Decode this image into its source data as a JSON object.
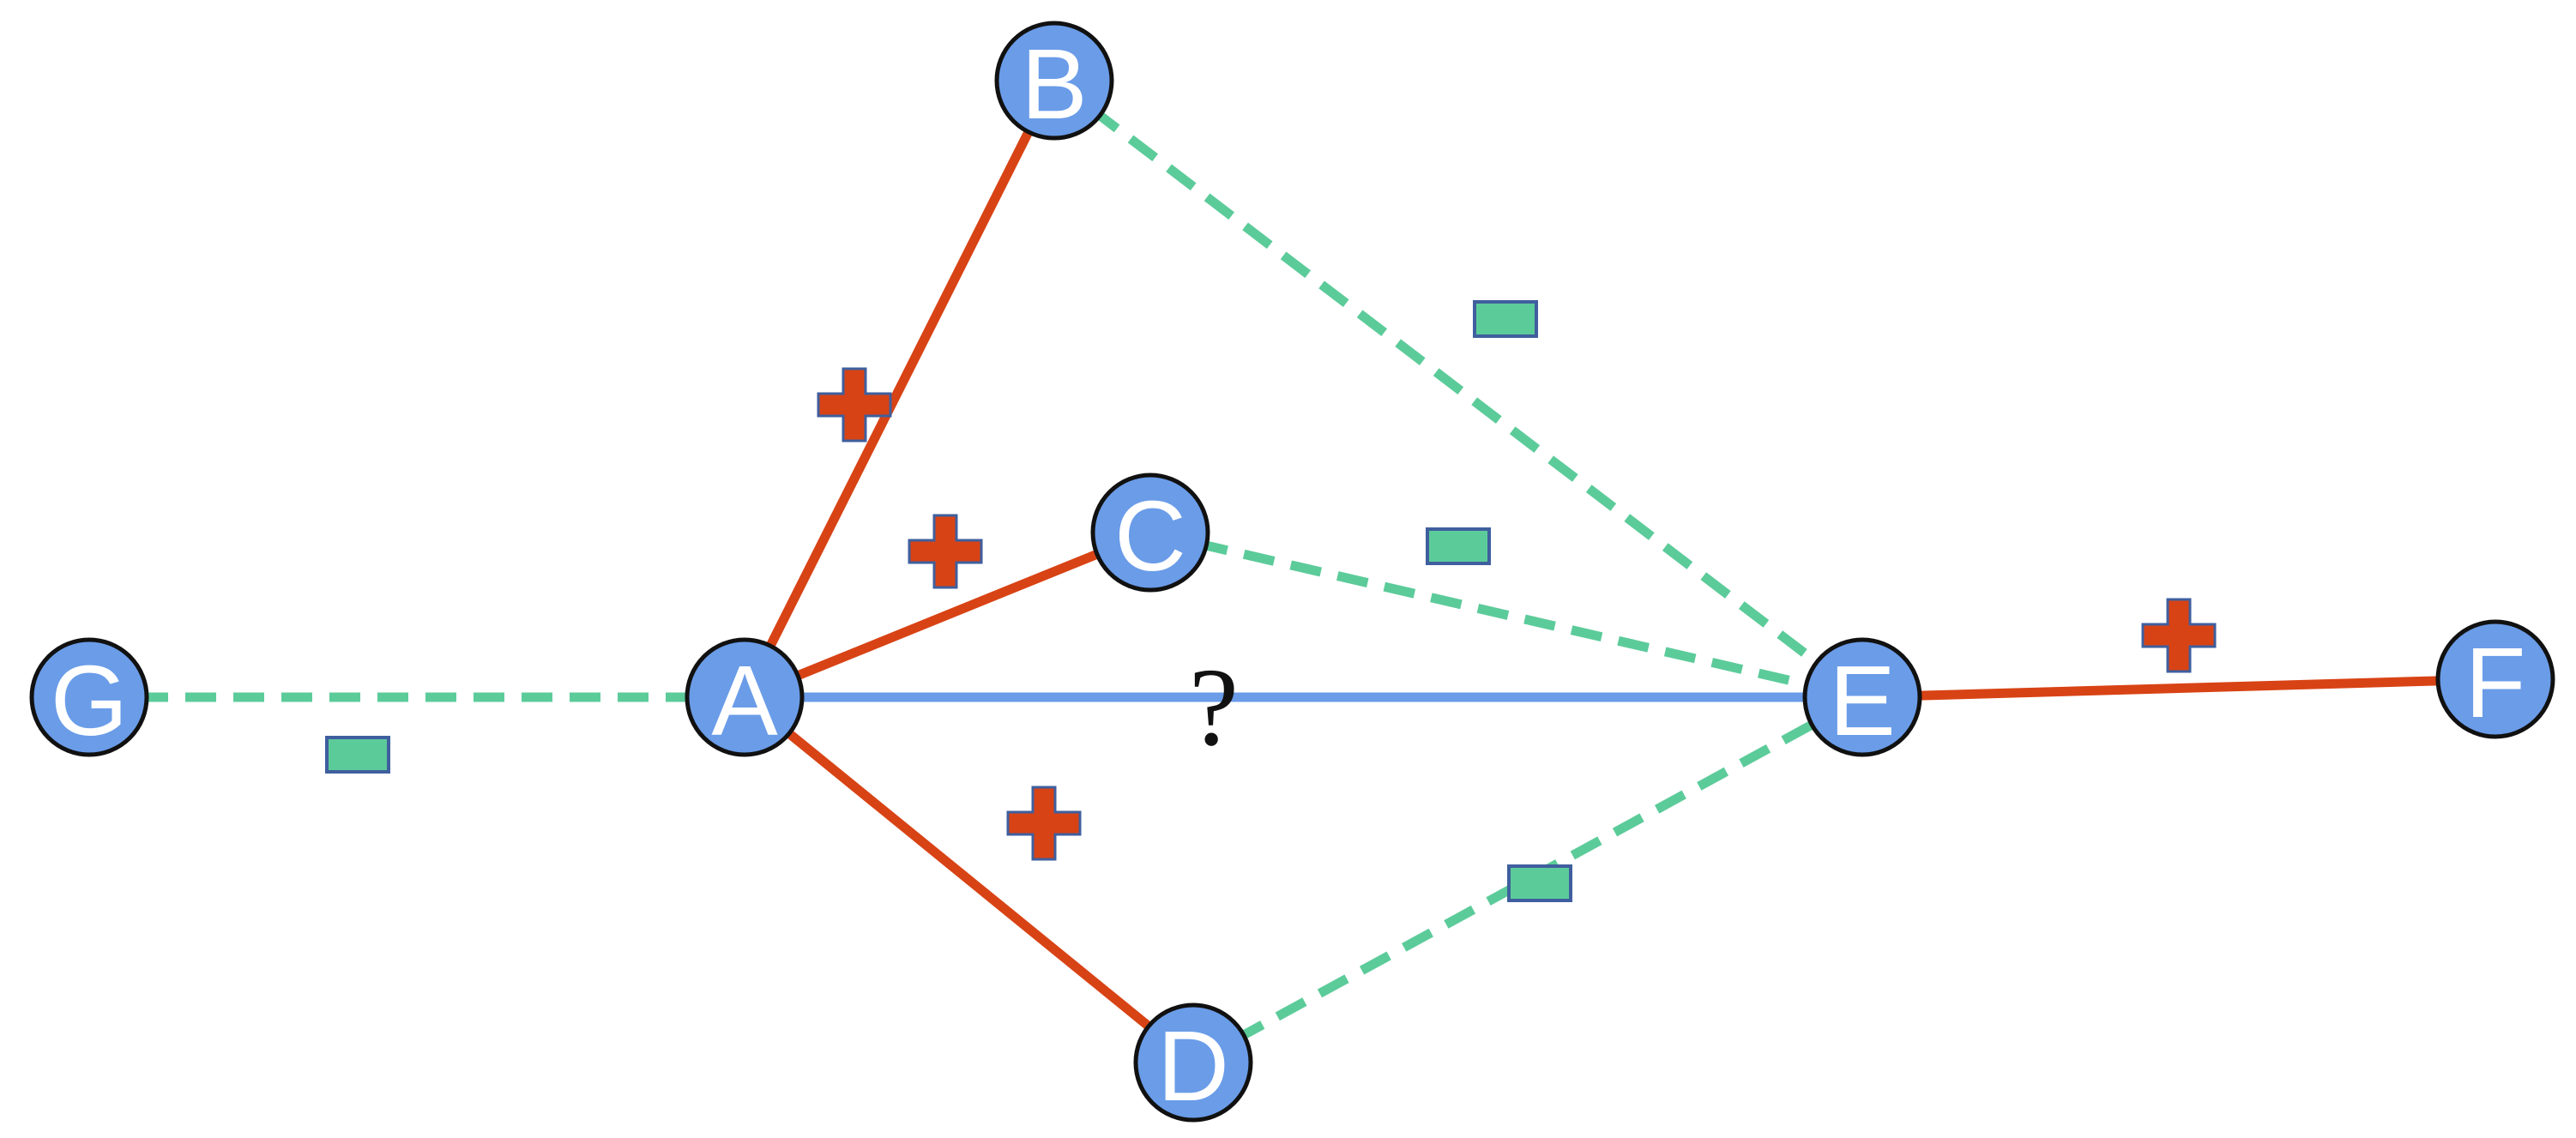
{
  "colors": {
    "positive": "#d84315",
    "negative": "#5ccb9a",
    "query": "#6a9ce8",
    "node_fill": "#6a9ce8",
    "node_stroke": "#111111",
    "node_text": "#ffffff",
    "sign_border": "#3f5f9e"
  },
  "nodes": [
    {
      "id": "A",
      "label": "A"
    },
    {
      "id": "B",
      "label": "B"
    },
    {
      "id": "C",
      "label": "C"
    },
    {
      "id": "D",
      "label": "D"
    },
    {
      "id": "E",
      "label": "E"
    },
    {
      "id": "F",
      "label": "F"
    },
    {
      "id": "G",
      "label": "G"
    }
  ],
  "edges": [
    {
      "from": "A",
      "to": "B",
      "sign": "positive"
    },
    {
      "from": "A",
      "to": "C",
      "sign": "positive"
    },
    {
      "from": "A",
      "to": "D",
      "sign": "positive"
    },
    {
      "from": "B",
      "to": "E",
      "sign": "negative"
    },
    {
      "from": "C",
      "to": "E",
      "sign": "negative"
    },
    {
      "from": "D",
      "to": "E",
      "sign": "negative"
    },
    {
      "from": "G",
      "to": "A",
      "sign": "negative"
    },
    {
      "from": "E",
      "to": "F",
      "sign": "positive"
    },
    {
      "from": "A",
      "to": "E",
      "sign": "unknown",
      "label": "?"
    }
  ]
}
